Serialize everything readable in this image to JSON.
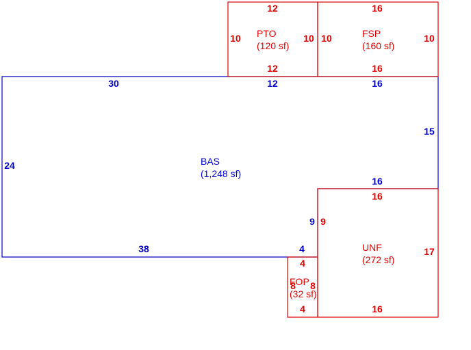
{
  "colors": {
    "main_area": "#0000cc",
    "additions": "#dd0000"
  },
  "areas": {
    "bas": {
      "label": "BAS",
      "area": "(1,248 sf)",
      "dims": {
        "top_left": "30",
        "top_mid": "12",
        "top_right": "16",
        "right": "15",
        "left": "24",
        "step_top": "16",
        "step_side": "9",
        "bottom_left": "38",
        "bottom_right": "4"
      }
    },
    "pto": {
      "label": "PTO",
      "area": "(120 sf)",
      "dims": {
        "top": "12",
        "bottom": "12",
        "left": "10",
        "right": "10"
      }
    },
    "fsp": {
      "label": "FSP",
      "area": "(160 sf)",
      "dims": {
        "top": "16",
        "bottom": "16",
        "left": "10",
        "right": "10"
      }
    },
    "unf": {
      "label": "UNF",
      "area": "(272 sf)",
      "dims": {
        "top": "16",
        "bottom": "16",
        "left": "9",
        "right": "17"
      }
    },
    "fop": {
      "label": "FOP",
      "area": "(32 sf)",
      "dims": {
        "top": "4",
        "bottom": "4",
        "left": "8",
        "right": "8"
      }
    }
  }
}
